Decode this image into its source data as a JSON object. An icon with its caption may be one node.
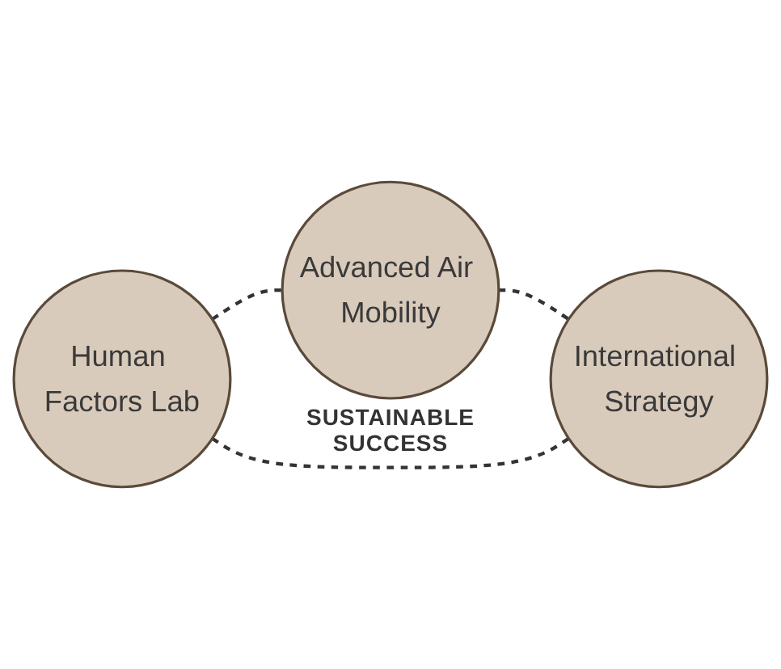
{
  "diagram": {
    "nodes": [
      {
        "text": [
          "Advanced Air Mobility"
        ]
      },
      {
        "text": [
          "Human Factors Lab"
        ]
      },
      {
        "text": [
          "International Strategy"
        ]
      }
    ],
    "edges": [
      {
        "from": 1,
        "to": 0,
        "arrow": "none",
        "style": "dashed"
      },
      {
        "from": 0,
        "to": 2,
        "arrow": "none",
        "style": "dashed"
      },
      {
        "from": 1,
        "to": 2,
        "arrow": "none",
        "style": "dashed"
      }
    ],
    "labels": [
      "SUSTAINABLE SUCCESS"
    ]
  }
}
